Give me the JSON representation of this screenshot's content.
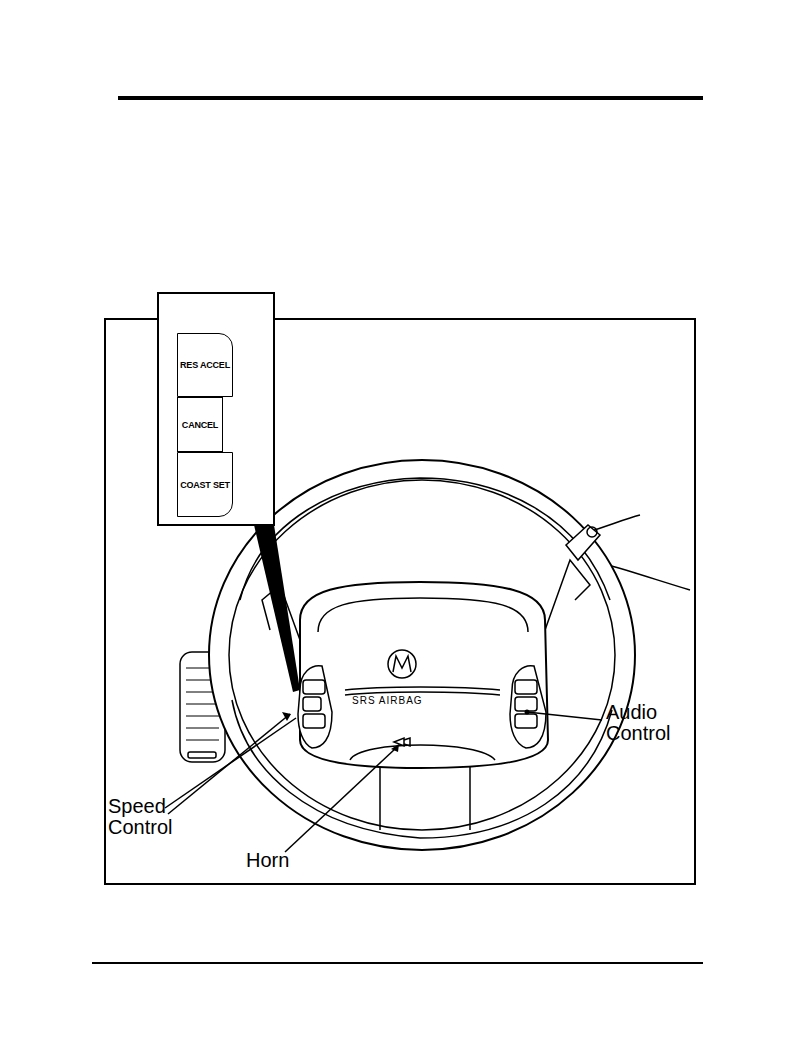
{
  "diagram": {
    "nodes": [
      {
        "text": [
          "RES ACCEL"
        ]
      },
      {
        "text": [
          "CANCEL"
        ]
      },
      {
        "text": [
          "COAST SET"
        ]
      }
    ],
    "labels": [
      "SRS AIRBAG",
      "Speed Control",
      "Horn",
      "Audio Control"
    ]
  }
}
